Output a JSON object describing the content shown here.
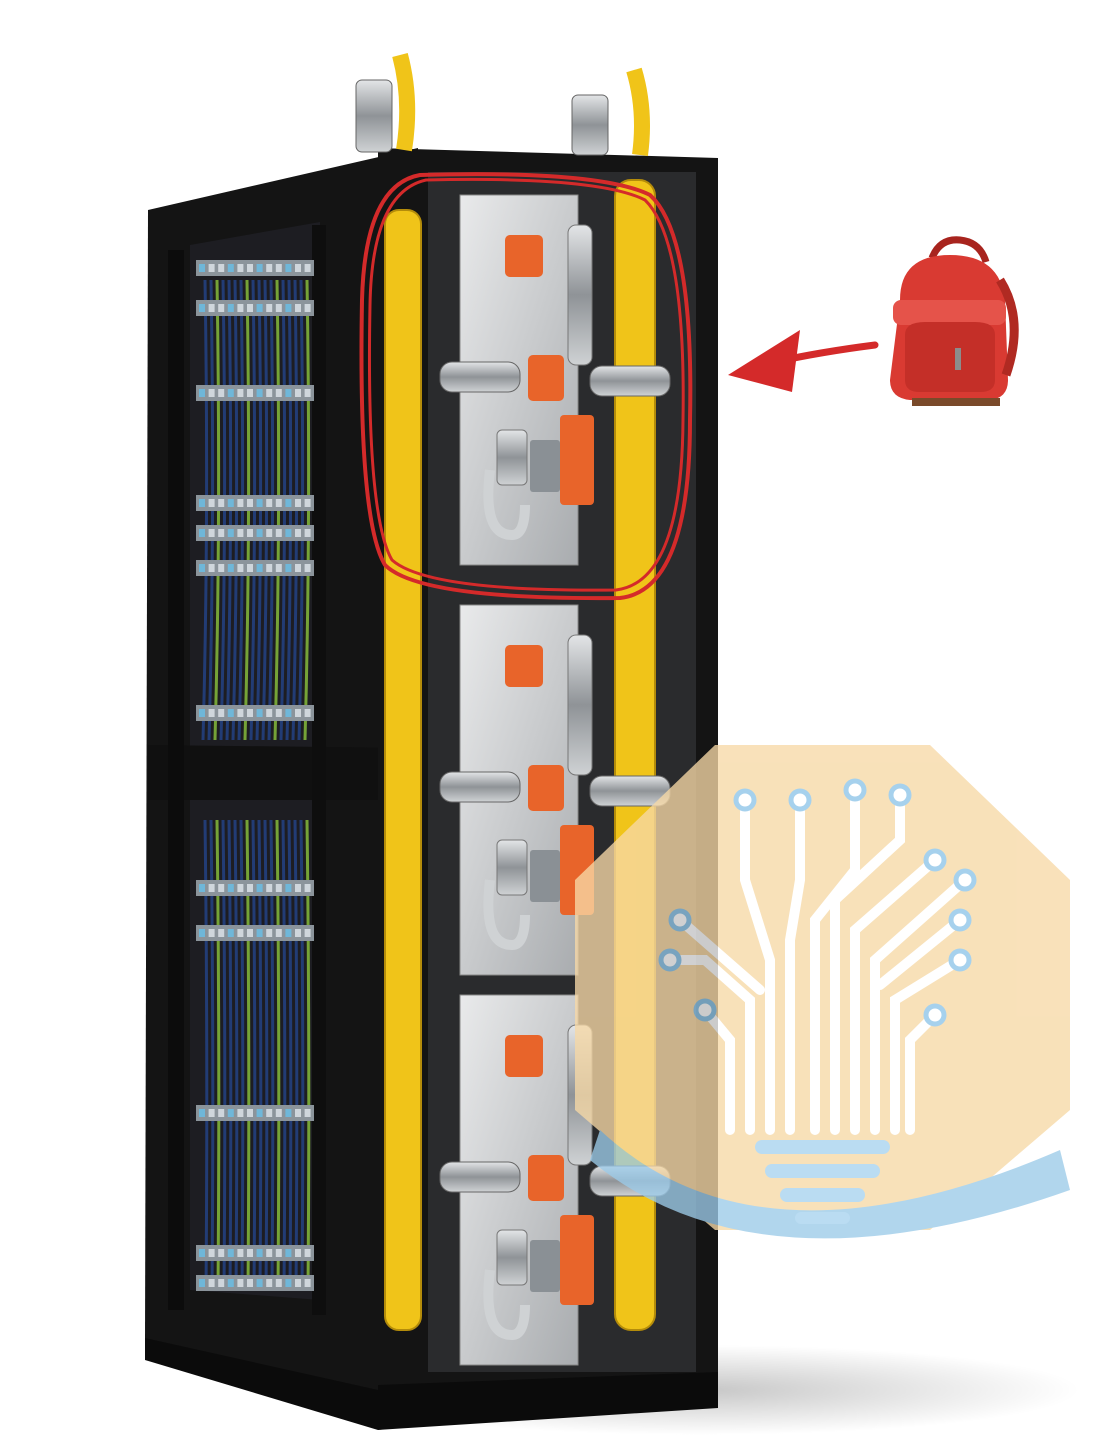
{
  "image": {
    "subject": "data-center-rack",
    "background": "#ffffff"
  },
  "annotations": {
    "highlight_circle": {
      "shape": "hand-drawn-ellipse",
      "color": "#d42a2a"
    },
    "arrow": {
      "direction": "left",
      "color": "#d42a2a"
    },
    "backpack_icon": {
      "icon": "backpack-icon",
      "color": "#d93a32"
    }
  },
  "watermark": {
    "icon": "lightbulb-circuit-tree-icon",
    "fill": "#f7d9a6",
    "accent": "#8ec5e8"
  },
  "colors": {
    "frame": "#161616",
    "hose": "#f0c419",
    "valve": "#e8642a",
    "pipe": "#b9bcbf",
    "cable_blue": "#24407e",
    "cable_green": "#7fb23a"
  }
}
